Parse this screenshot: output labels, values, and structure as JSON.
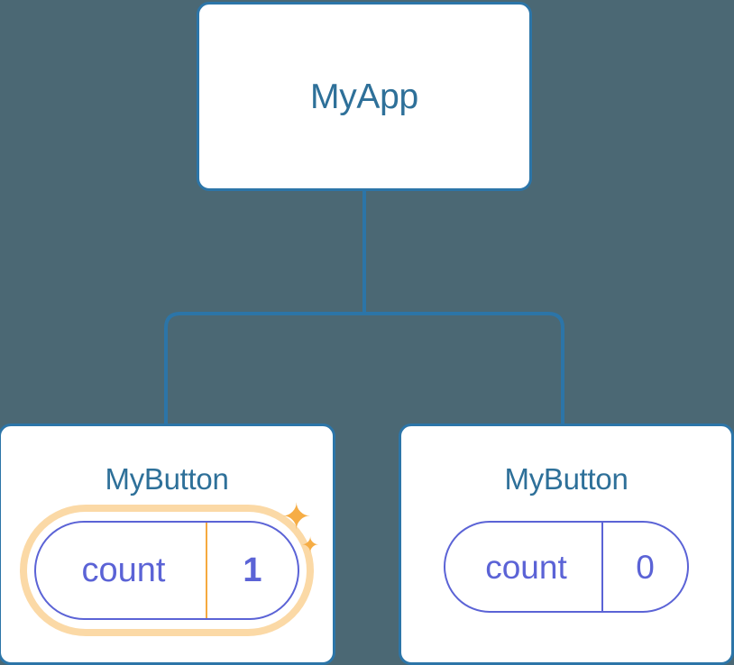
{
  "theme": {
    "background": "#4b6874",
    "card_background": "#ffffff",
    "card_border": "#2c75a8",
    "connector": "#2c75a8",
    "title_text": "#2e7099",
    "pill_border": "#5b63d6",
    "pill_text": "#5b63d6",
    "highlight_ring": "#f8b85c",
    "highlight_halo": "#fbd9a6",
    "highlight_divider": "#f5a93f",
    "sparkle": "#f6ad45"
  },
  "tree": {
    "root": {
      "title": "MyApp"
    },
    "children": [
      {
        "title": "MyButton",
        "state": {
          "key": "count",
          "value": "1"
        },
        "highlighted": true,
        "sparkles": {
          "large": "✦",
          "small": "✦"
        }
      },
      {
        "title": "MyButton",
        "state": {
          "key": "count",
          "value": "0"
        },
        "highlighted": false,
        "sparkles": {
          "large": "✦",
          "small": "✦"
        }
      }
    ]
  }
}
